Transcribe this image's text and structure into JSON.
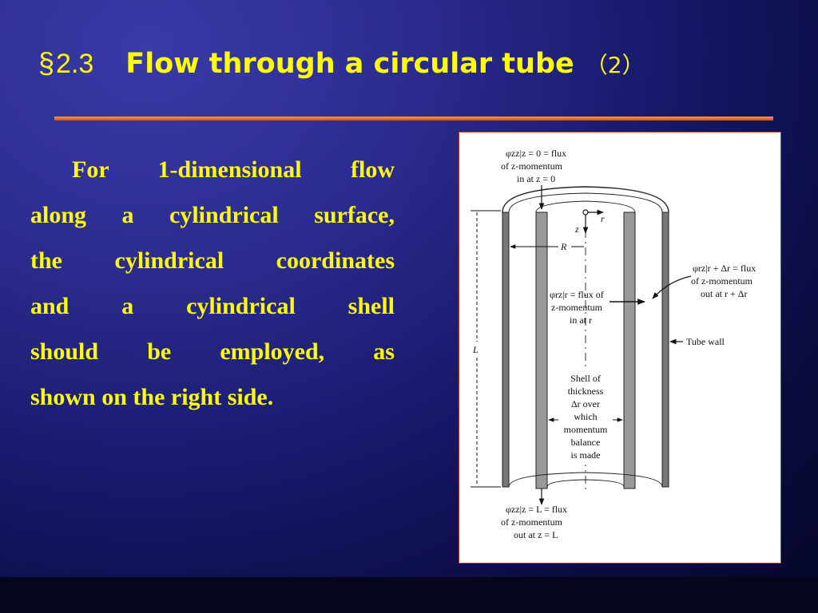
{
  "slide": {
    "title": {
      "section_symbol": "§",
      "number": "2.3",
      "text": "Flow through a circular tube",
      "suffix": "（2）"
    },
    "body_lines": [
      "For 1-dimensional flow",
      "along a cylindrical surface,",
      "the cylindrical coordinates",
      "and a cylindrical shell",
      "should be employed, as",
      "shown on the right side."
    ]
  },
  "figure": {
    "top_flux": [
      "φzz|z = 0 = flux",
      "of z-momentum",
      "in at z = 0"
    ],
    "bottom_flux": [
      "φzz|z = L = flux",
      "of z-momentum",
      "out at z = L"
    ],
    "right_flux": [
      "φrz|r + Δr = flux",
      "of z-momentum",
      "out at r + Δr"
    ],
    "inner_flux": [
      "φrz|r = flux of",
      "z-momentum",
      "in at r"
    ],
    "shell_label": [
      "Shell of",
      "thickness",
      "Δr over",
      "which",
      "momentum",
      "balance",
      "is made"
    ],
    "tube_wall": "Tube wall",
    "axis_r": "r",
    "axis_z": "z",
    "radius": "R",
    "length": "L"
  },
  "colors": {
    "title_text": "#ffff00",
    "body_text": "#ffff00",
    "rule": "#e06a28"
  }
}
